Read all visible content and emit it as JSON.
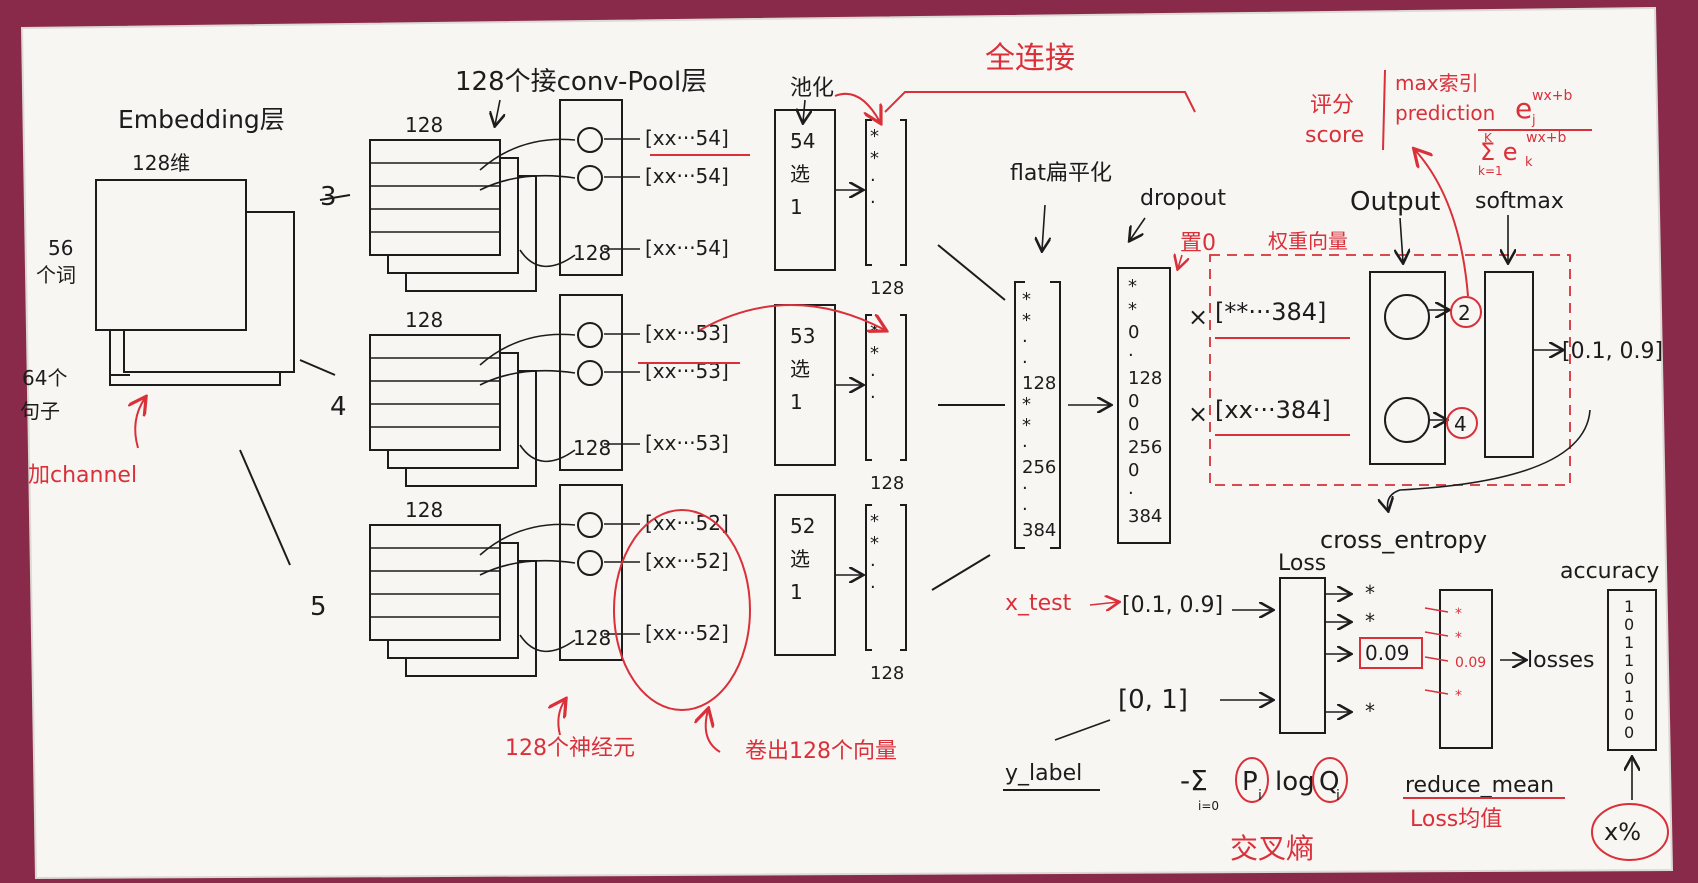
{
  "colors": {
    "background": "#8a2a4a",
    "paper": "#f7f6f3",
    "ink": "#1c1c1c",
    "red": "#d9303a"
  },
  "embedding": {
    "title": "Embedding层",
    "dim": "128维",
    "words": [
      "56",
      "个词"
    ],
    "sentences": [
      "64个",
      "句子"
    ],
    "channel": "加channel"
  },
  "branches": [
    {
      "filter": "3",
      "width": "128",
      "neurons": "128",
      "vectors": [
        "[xx···54]",
        "[xx···54]",
        "[xx···54]"
      ],
      "pool": [
        "54",
        "选",
        "1"
      ],
      "pooled": [
        "*",
        "*",
        "·",
        "·",
        "128"
      ]
    },
    {
      "filter": "4",
      "width": "128",
      "neurons": "128",
      "vectors": [
        "[xx···53]",
        "[xx···53]",
        "[xx···53]"
      ],
      "pool": [
        "53",
        "选",
        "1"
      ],
      "pooled": [
        "*",
        "*",
        "·",
        "·",
        "128"
      ]
    },
    {
      "filter": "5",
      "width": "128",
      "neurons": "128",
      "vectors": [
        "[xx···52]",
        "[xx···52]",
        "[xx···52]"
      ],
      "pool": [
        "52",
        "选",
        "1"
      ],
      "pooled": [
        "*",
        "*",
        "·",
        "·",
        "128"
      ]
    }
  ],
  "labels": {
    "convpool": "128个接conv-Pool层",
    "pooling": "池化",
    "fc": "全连接",
    "flatten": "flat扁平化",
    "dropout": "dropout",
    "zero": "置0",
    "weight": "权重向量",
    "output": "Output",
    "softmax": "softmax",
    "score": "评分",
    "score_en": "score",
    "argmax": "max索引",
    "prediction": "prediction",
    "neurons128": "128个神经元",
    "conv128": "卷出128个向量",
    "cross_entropy": "cross_entropy",
    "loss": "Loss",
    "losses": "losses",
    "reduce_mean": "reduce_mean",
    "loss_mean": "Loss均值",
    "accuracy": "accuracy",
    "percent": "x%",
    "x_test": "x_test",
    "y_label": "y_label",
    "cross_entropy_cn": "交叉熵"
  },
  "formulas": {
    "softmax_num": "e",
    "softmax_num_sub": "j",
    "softmax_num_sup": "wx+b",
    "softmax_den": "Σ e",
    "softmax_den_sub": "k",
    "softmax_den_sup": "wx+b",
    "softmax_den_range": "k=1",
    "softmax_den_top": "K",
    "entropy_prefix": "-Σ",
    "entropy_range": "i=0",
    "entropy_p": "P",
    "entropy_p_sub": "i",
    "entropy_log": "log",
    "entropy_q": "Q",
    "entropy_q_sub": "i"
  },
  "flat": {
    "items": [
      "*",
      "*",
      "·",
      "·",
      "128",
      "*",
      "*",
      "·",
      "256",
      "·",
      "·",
      "384"
    ]
  },
  "drop": {
    "items": [
      "*",
      "*",
      "0",
      "·",
      "128",
      "0",
      "0",
      "256",
      "0",
      "·",
      "384"
    ]
  },
  "weights": [
    "[**···384]",
    "[xx···384]"
  ],
  "times": "×",
  "output_nodes": [
    "2",
    "4"
  ],
  "softmax_result": "[0.1, 0.9]",
  "xtest_vec": "[0.1, 0.9]",
  "ylabel_vec": "[0, 1]",
  "loss_items": [
    "*",
    "*",
    "0.09",
    "*"
  ],
  "losses_items": [
    "*",
    "*",
    "0.09",
    "*"
  ],
  "accuracy_items": [
    "1",
    "0",
    "1",
    "1",
    "0",
    "1",
    "0",
    "0"
  ]
}
